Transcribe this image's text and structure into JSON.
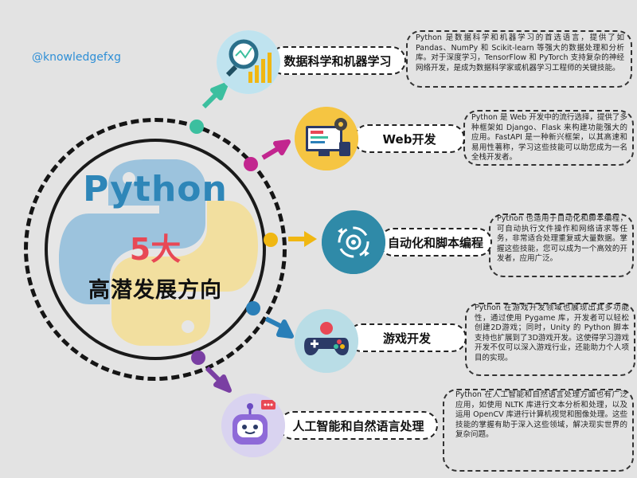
{
  "handle": "@knowledgefxg",
  "hub": {
    "title": "Python",
    "count": "5大",
    "subtitle": "高潜发展方向"
  },
  "directions": [
    {
      "label": "数据科学和机器学习",
      "icon": "magnifier-chart-icon",
      "description": "Python 是数据科学和机器学习的首选语言，提供了如 Pandas、NumPy 和 Scikit-learn 等强大的数据处理和分析库。对于深度学习，TensorFlow 和 PyTorch 支持复杂的神经网络开发，是成为数据科学家或机器学习工程师的关键技能。"
    },
    {
      "label": "Web开发",
      "icon": "web-dev-icon",
      "description": "Python 是 Web 开发中的流行选择，提供了多种框架如 Django、Flask 来构建功能强大的应用。FastAPI 是一种新兴框架，以其高速和易用性著称，学习这些技能可以助您成为一名全栈开发者。"
    },
    {
      "label": "自动化和脚本编程",
      "icon": "automation-gear-icon",
      "description": "Python 也适用于自动化和脚本编程，可自动执行文件操作和网络请求等任务，非常适合处理重复或大量数据。掌握这些技能，您可以成为一个高效的开发者，应用广泛。"
    },
    {
      "label": "游戏开发",
      "icon": "gamepad-icon",
      "description": "Python 在游戏开发领域也展现出其多功能性，通过使用 Pygame 库，开发者可以轻松创建2D游戏；同时，Unity 的 Python 脚本支持也扩展到了3D游戏开发。这使得学习游戏开发不仅可以深入游戏行业，还能助力个人项目的实现。"
    },
    {
      "label": "人工智能和自然语言处理",
      "icon": "robot-icon",
      "description": "Python 在人工智能和自然语言处理方面也有广泛应用，如使用 NLTK 库进行文本分析和处理，以及运用 OpenCV 库进行计算机视觉和图像处理。这些技能的掌握有助于深入这些领域，解决现实世界的复杂问题。"
    }
  ],
  "colors": {
    "teal": "#3cbf9f",
    "magenta": "#c2268f",
    "yellow": "#f0b712",
    "blue": "#2a7fb8",
    "purple": "#7a3fa3",
    "python_blue": "#2e86b8",
    "red": "#e84855"
  }
}
